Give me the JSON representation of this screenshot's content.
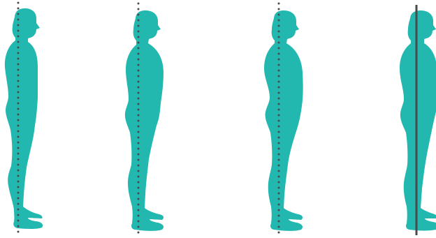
{
  "colors": {
    "body_fill": "#22b8b0",
    "plumb_line": "#4a4a4a",
    "background": "#ffffff"
  },
  "figures": [
    {
      "id": "figure-1",
      "icon": "posture-silhouette-icon",
      "plumb_line_style": "dotted"
    },
    {
      "id": "figure-2",
      "icon": "posture-silhouette-icon",
      "plumb_line_style": "dotted"
    },
    {
      "id": "figure-3",
      "icon": "posture-silhouette-icon",
      "plumb_line_style": "dotted"
    },
    {
      "id": "figure-4",
      "icon": "posture-silhouette-icon",
      "plumb_line_style": "solid"
    }
  ]
}
